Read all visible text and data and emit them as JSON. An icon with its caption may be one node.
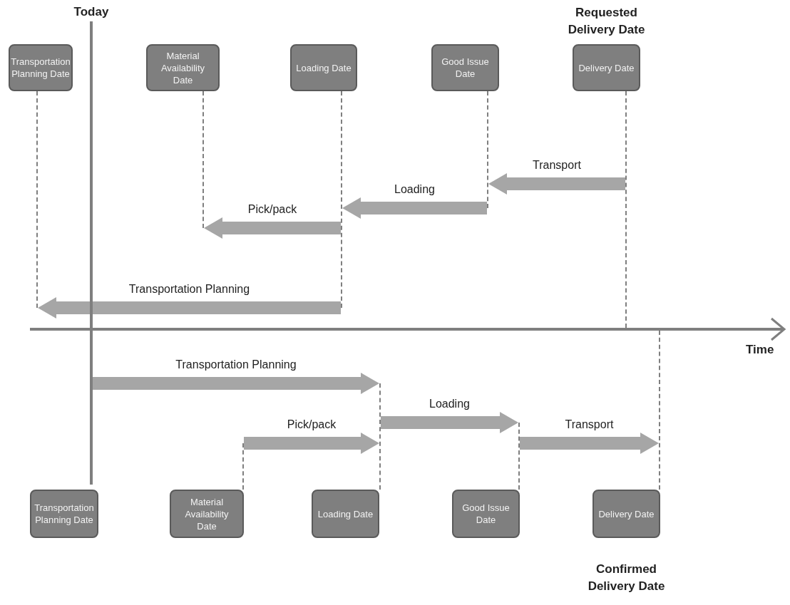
{
  "diagram": {
    "nodes": [
      {
        "text": [
          "Transportation Planning Date"
        ]
      },
      {
        "text": [
          "Material Availability Date"
        ]
      },
      {
        "text": [
          "Loading Date"
        ]
      },
      {
        "text": [
          "Good Issue Date"
        ]
      },
      {
        "text": [
          "Delivery Date"
        ],
        "beside": [
          "Requested Delivery Date"
        ]
      },
      {
        "text": [
          "Transportation Planning Date"
        ]
      },
      {
        "text": [
          "Material Availability Date"
        ]
      },
      {
        "text": [
          "Loading Date"
        ]
      },
      {
        "text": [
          "Good Issue Date"
        ]
      },
      {
        "text": [
          "Delivery Date"
        ],
        "beside": [
          "Confirmed Delivery Date"
        ]
      },
      {
        "text": [],
        "shape": "line"
      },
      {
        "text": [],
        "shape": "line"
      },
      {
        "text": [],
        "shape": "line"
      },
      {
        "text": [],
        "shape": "line"
      },
      {
        "text": [],
        "shape": "line"
      },
      {
        "text": [],
        "shape": "line"
      },
      {
        "text": [],
        "shape": "line"
      },
      {
        "text": [],
        "shape": "line"
      },
      {
        "text": [],
        "shape": "line"
      },
      {
        "text": [],
        "shape": "line"
      }
    ],
    "edges": [
      {
        "from": 15,
        "to": 14,
        "arrow": "to",
        "label": "Transport"
      },
      {
        "from": 14,
        "to": 13,
        "arrow": "to",
        "label": "Loading"
      },
      {
        "from": 13,
        "to": 12,
        "arrow": "to",
        "label": "Pick/pack"
      },
      {
        "from": 13,
        "to": 11,
        "arrow": "to",
        "label": "Transportation Planning"
      },
      {
        "from": 10,
        "to": 17,
        "arrow": "to",
        "label": "Transportation Planning"
      },
      {
        "from": 17,
        "to": 18,
        "arrow": "to",
        "label": "Loading"
      },
      {
        "from": 16,
        "to": 17,
        "arrow": "to",
        "label": "Pick/pack"
      },
      {
        "from": 18,
        "to": 19,
        "arrow": "to",
        "label": "Transport"
      }
    ],
    "labels": [
      "Today",
      "Time"
    ]
  }
}
